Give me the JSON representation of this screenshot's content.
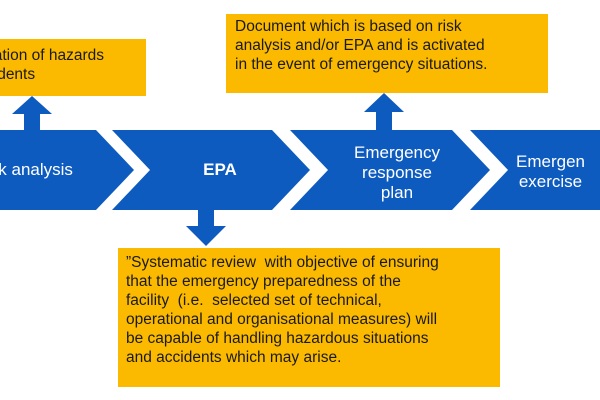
{
  "diagram": {
    "colors": {
      "chevron": "#0d5bbf",
      "arrow": "#0d5bbf",
      "callout": "#fbba00",
      "label_text": "#ffffff",
      "callout_text": "#1a1a1a"
    },
    "steps": [
      {
        "label": "isk analysis"
      },
      {
        "label": "EPA"
      },
      {
        "label": "Emergency\nresponse\nplan"
      },
      {
        "label": "Emergen\nexercise"
      }
    ],
    "callouts": {
      "risk_analysis": "cation of hazards\ncidents",
      "emergency_response_plan": "Document which is based on risk\nanalysis and/or EPA and is activated\nin the event of emergency situations.",
      "epa": "”Systematic review  with objective of ensuring\nthat the emergency preparedness of the\nfacility  (i.e.  selected set of technical,\noperational and organisational measures) will\nbe capable of handling hazardous situations\nand accidents which may arise."
    }
  }
}
